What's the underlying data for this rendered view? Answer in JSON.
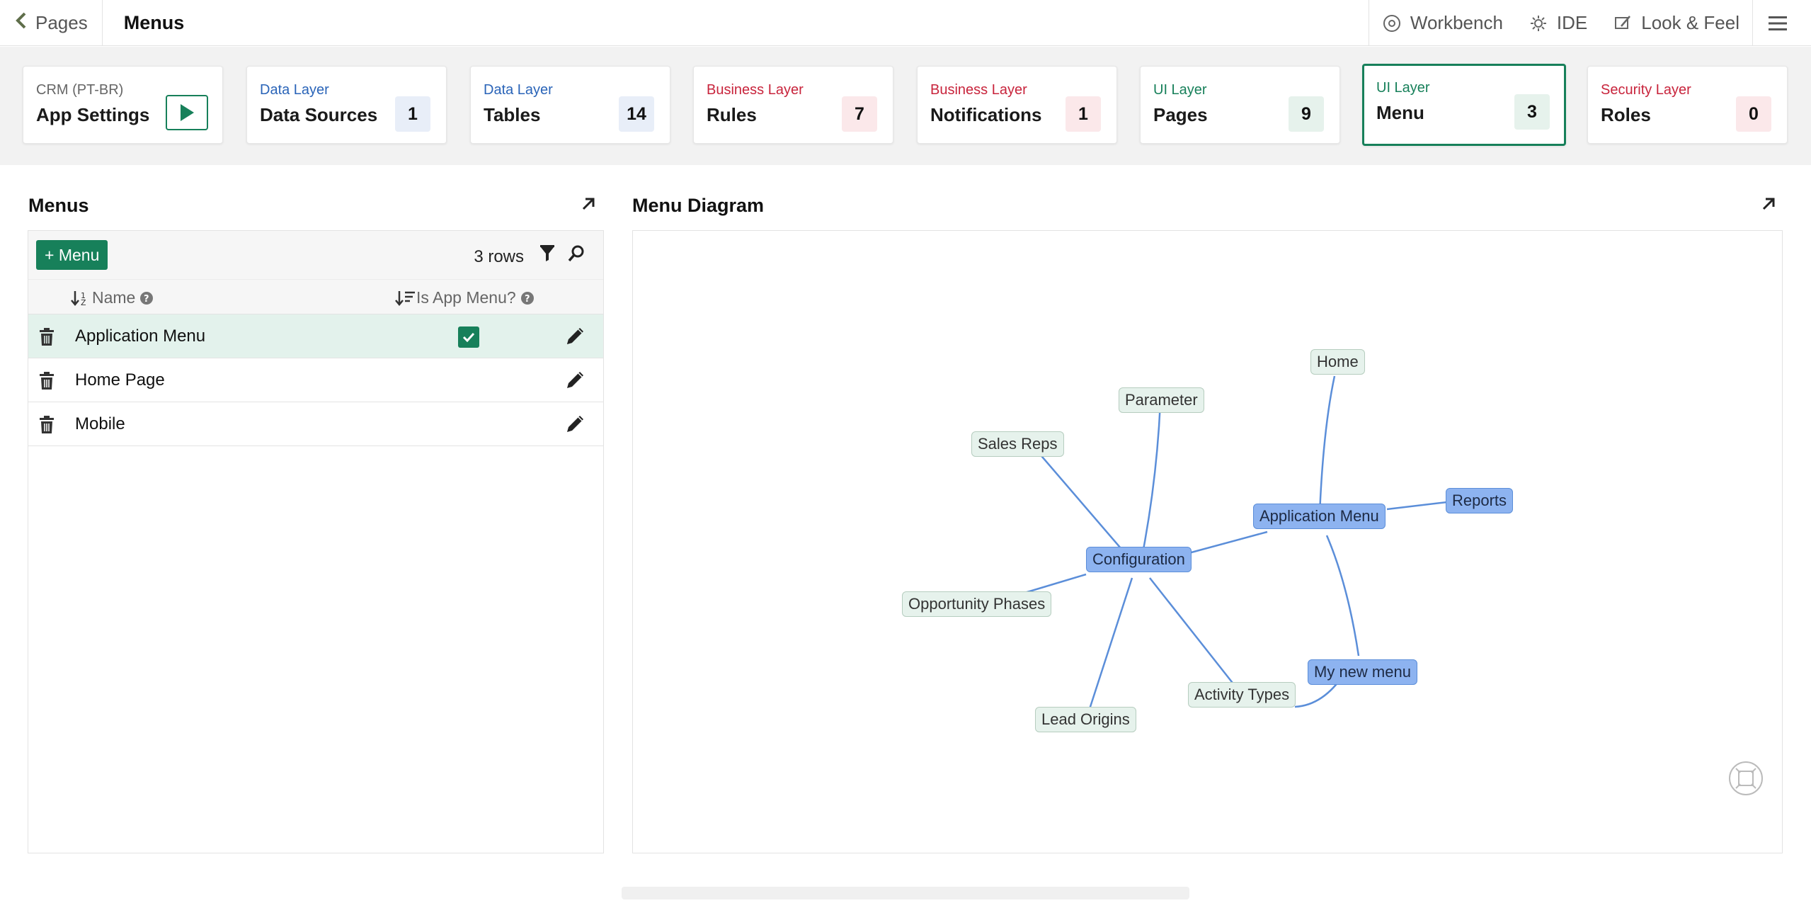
{
  "topbar": {
    "back_label": "Pages",
    "title": "Menus",
    "workbench_label": "Workbench",
    "ide_label": "IDE",
    "look_feel_label": "Look & Feel"
  },
  "cards": [
    {
      "layer": "CRM (PT-BR)",
      "label": "App Settings",
      "layer_color": "#666666",
      "action": "play-icon"
    },
    {
      "layer": "Data Layer",
      "label": "Data Sources",
      "count": "1",
      "layer_color": "#2a64b8",
      "badge_color": "#e8eef8"
    },
    {
      "layer": "Data Layer",
      "label": "Tables",
      "count": "14",
      "layer_color": "#2a64b8",
      "badge_color": "#e8eef8"
    },
    {
      "layer": "Business Layer",
      "label": "Rules",
      "count": "7",
      "layer_color": "#c8243c",
      "badge_color": "#fbe8ea"
    },
    {
      "layer": "Business Layer",
      "label": "Notifications",
      "count": "1",
      "layer_color": "#c8243c",
      "badge_color": "#fbe8ea"
    },
    {
      "layer": "UI Layer",
      "label": "Pages",
      "count": "9",
      "layer_color": "#17805a",
      "badge_color": "#e6f2ec"
    },
    {
      "layer": "UI Layer",
      "label": "Menu",
      "count": "3",
      "layer_color": "#17805a",
      "badge_color": "#e6f2ec",
      "active": true
    },
    {
      "layer": "Security Layer",
      "label": "Roles",
      "count": "0",
      "layer_color": "#c8243c",
      "badge_color": "#fbe8ea"
    }
  ],
  "menus_panel": {
    "title": "Menus",
    "add_label": "+ Menu",
    "row_count": "3 rows",
    "columns": {
      "name": "Name",
      "is_app_menu": "Is App Menu?"
    },
    "rows": [
      {
        "name": "Application Menu",
        "is_app_menu": true,
        "selected": true
      },
      {
        "name": "Home Page",
        "is_app_menu": false
      },
      {
        "name": "Mobile",
        "is_app_menu": false
      }
    ]
  },
  "diagram": {
    "title": "Menu Diagram",
    "nodes": {
      "home": "Home",
      "parameter": "Parameter",
      "sales_reps": "Sales Reps",
      "application_menu": "Application Menu",
      "reports": "Reports",
      "configuration": "Configuration",
      "opportunity_phases": "Opportunity Phases",
      "my_new_menu": "My new menu",
      "activity_types": "Activity Types",
      "lead_origins": "Lead Origins"
    },
    "edge_color": "#5b8ed9"
  }
}
